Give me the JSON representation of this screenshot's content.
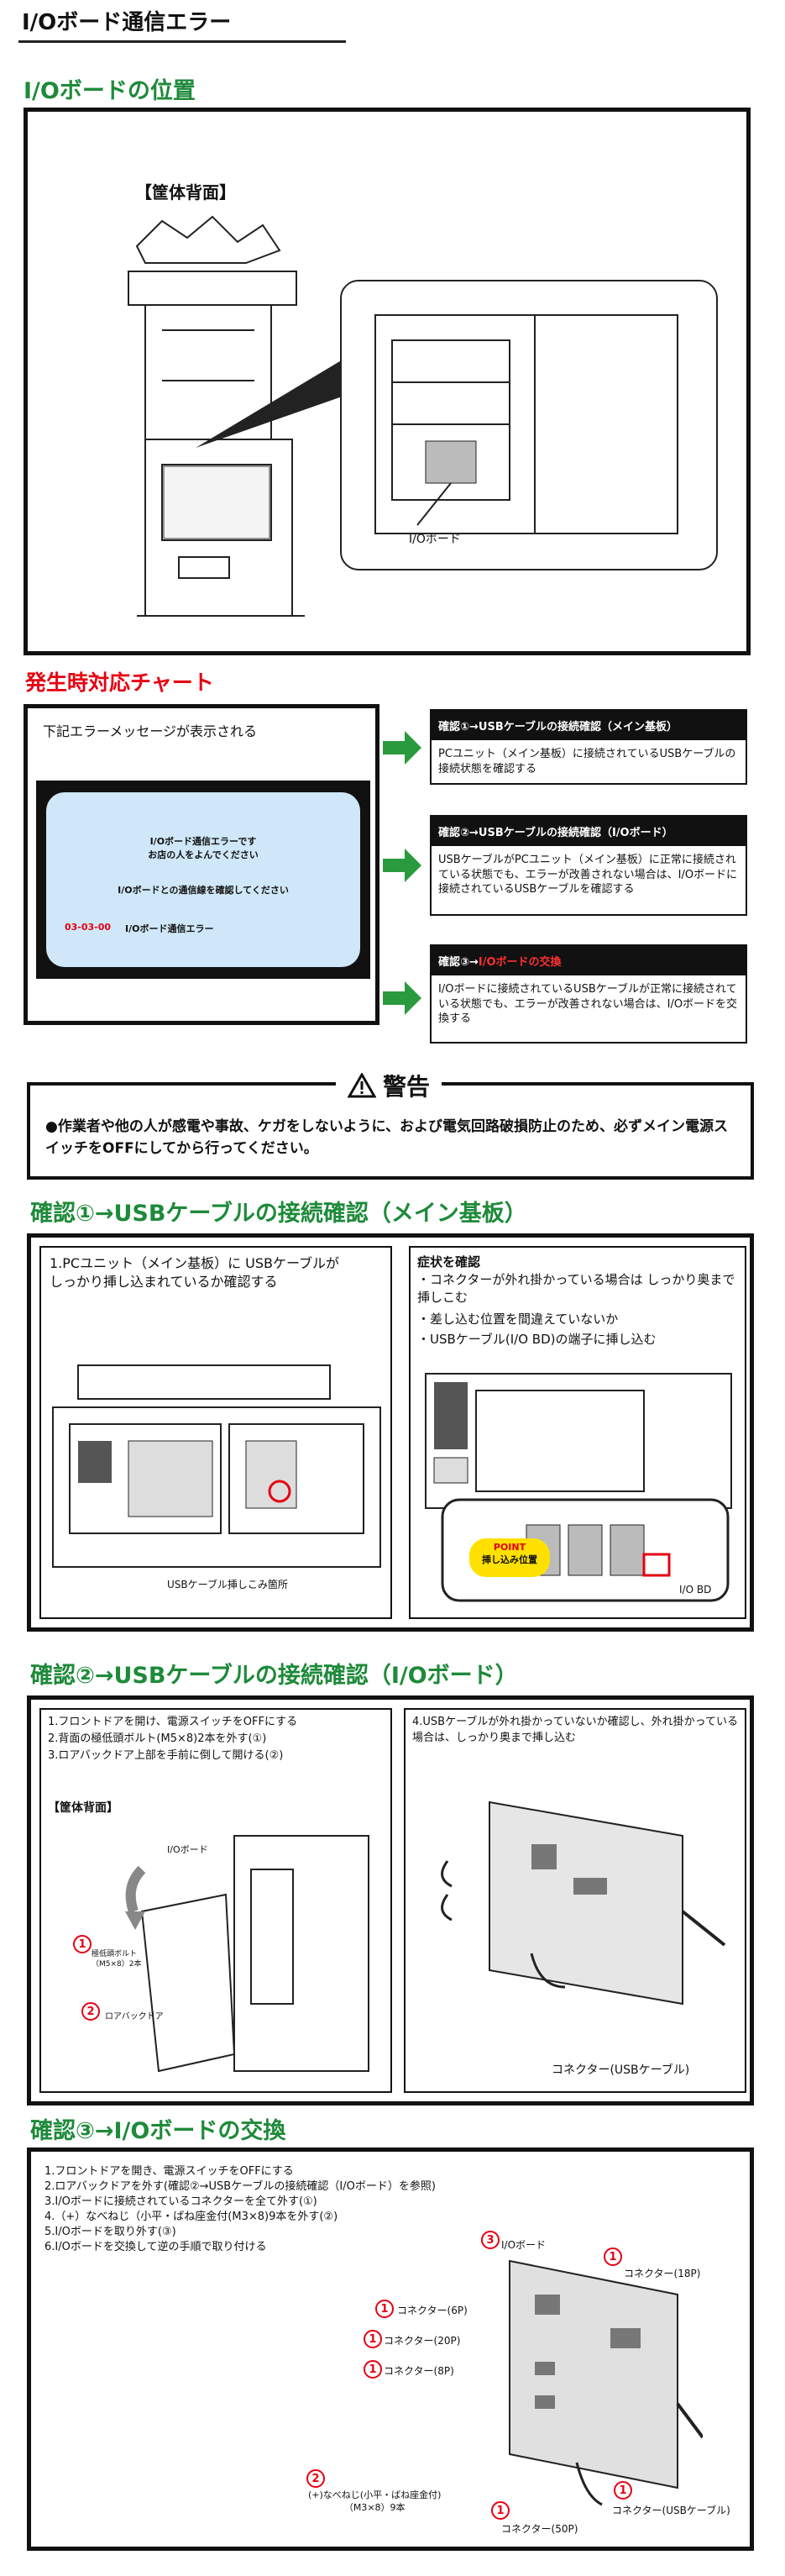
{
  "page": {
    "title": "I/Oボード通信エラー"
  },
  "location": {
    "heading": "I/Oボードの位置",
    "back_label": "【筐体背面】",
    "io_board_label": "I/Oボード"
  },
  "chart": {
    "heading": "発生時対応チャート",
    "message_intro": "下記エラーメッセージが表示される",
    "screen": {
      "line1": "I/Oボード通信エラーです",
      "line2": "お店の人をよんでください",
      "line3": "I/Oボードとの通信線を確認してください",
      "code": "03-03-00",
      "code_text": "I/Oボード通信エラー"
    },
    "steps": [
      {
        "head_prefix": "確認①→USBケーブルの接続確認（メイン基板）",
        "head_highlight": "",
        "body": "PCユニット（メイン基板）に接続されているUSBケーブルの接続状態を確認する"
      },
      {
        "head_prefix": "確認②→USBケーブルの接続確認（I/Oボード）",
        "head_highlight": "",
        "body": "USBケーブルがPCユニット（メイン基板）に正常に接続されている状態でも、エラーが改善されない場合は、I/Oボードに接続されているUSBケーブルを確認する"
      },
      {
        "head_prefix": "確認③→",
        "head_highlight": "I/Oボードの交換",
        "body": "I/Oボードに接続されているUSBケーブルが正常に接続されている状態でも、エラーが改善されない場合は、I/Oボードを交換する"
      }
    ]
  },
  "warning": {
    "title": "警告",
    "text": "●作業者や他の人が感電や事故、ケガをしないように、および電気回路破損防止のため、必ずメイン電源スイッチをOFFにしてから行ってください。"
  },
  "check1": {
    "heading": "確認①→USBケーブルの接続確認（メイン基板）",
    "left_text": "1.PCユニット（メイン基板）に USBケーブルがしっかり挿し込まれているか確認する",
    "left_caption": "USBケーブル挿しこみ箇所",
    "right_title": "症状を確認",
    "right_items": [
      "・コネクターが外れ掛かっている場合は しっかり奥まで挿しこむ",
      "・差し込む位置を間違えていないか",
      "・USBケーブル(I/O BD)の端子に挿し込む"
    ],
    "point_label": "POINT",
    "point_text": "挿し込み位置",
    "io_bd_label": "I/O BD"
  },
  "check2": {
    "heading": "確認②→USBケーブルの接続確認（I/Oボード）",
    "steps": [
      "1.フロントドアを開け、電源スイッチをOFFにする",
      "2.背面の極低頭ボルト(M5×8)2本を外す(①)",
      "3.ロアバックドア上部を手前に倒して開ける(②)"
    ],
    "back_label": "【筐体背面】",
    "io_board_label": "I/Oボード",
    "bolt_label": "極低頭ボルト",
    "bolt_spec": "（M5×8）2本",
    "door_label": "ロアバックドア",
    "right_text": "4.USBケーブルが外れ掛かっていないか確認し、外れ掛かっている場合は、しっかり奥まで挿し込む",
    "connector_label": "コネクター(USBケーブル)"
  },
  "check3": {
    "heading": "確認③→I/Oボードの交換",
    "steps": [
      "1.フロントドアを開き、電源スイッチをOFFにする",
      "2.ロアバックドアを外す(確認②→USBケーブルの接続確認（I/Oボード）を参照)",
      "3.I/Oボードに接続されているコネクターを全て外す(①)",
      "4.（+）なべねじ（小平・ばね座金付(M3×8)9本を外す(②)",
      "5.I/Oボードを取り外す(③)",
      "6.I/Oボードを交換して逆の手順で取り付ける"
    ],
    "labels": {
      "io_board": "I/Oボード",
      "c18": "コネクター(18P)",
      "c6": "コネクター(6P)",
      "c20": "コネクター(20P)",
      "c8": "コネクター(8P)",
      "screw1": "(+)なべねじ(小平・ばね座金付)",
      "screw2": "（M3×8）9本",
      "c50": "コネクター(50P)",
      "usb": "コネクター(USBケーブル)"
    }
  },
  "colors": {
    "green": "#1e8a3a",
    "red": "#e60012",
    "screen_bg": "#cfe7f8",
    "arrow": "#2a9a3e"
  }
}
